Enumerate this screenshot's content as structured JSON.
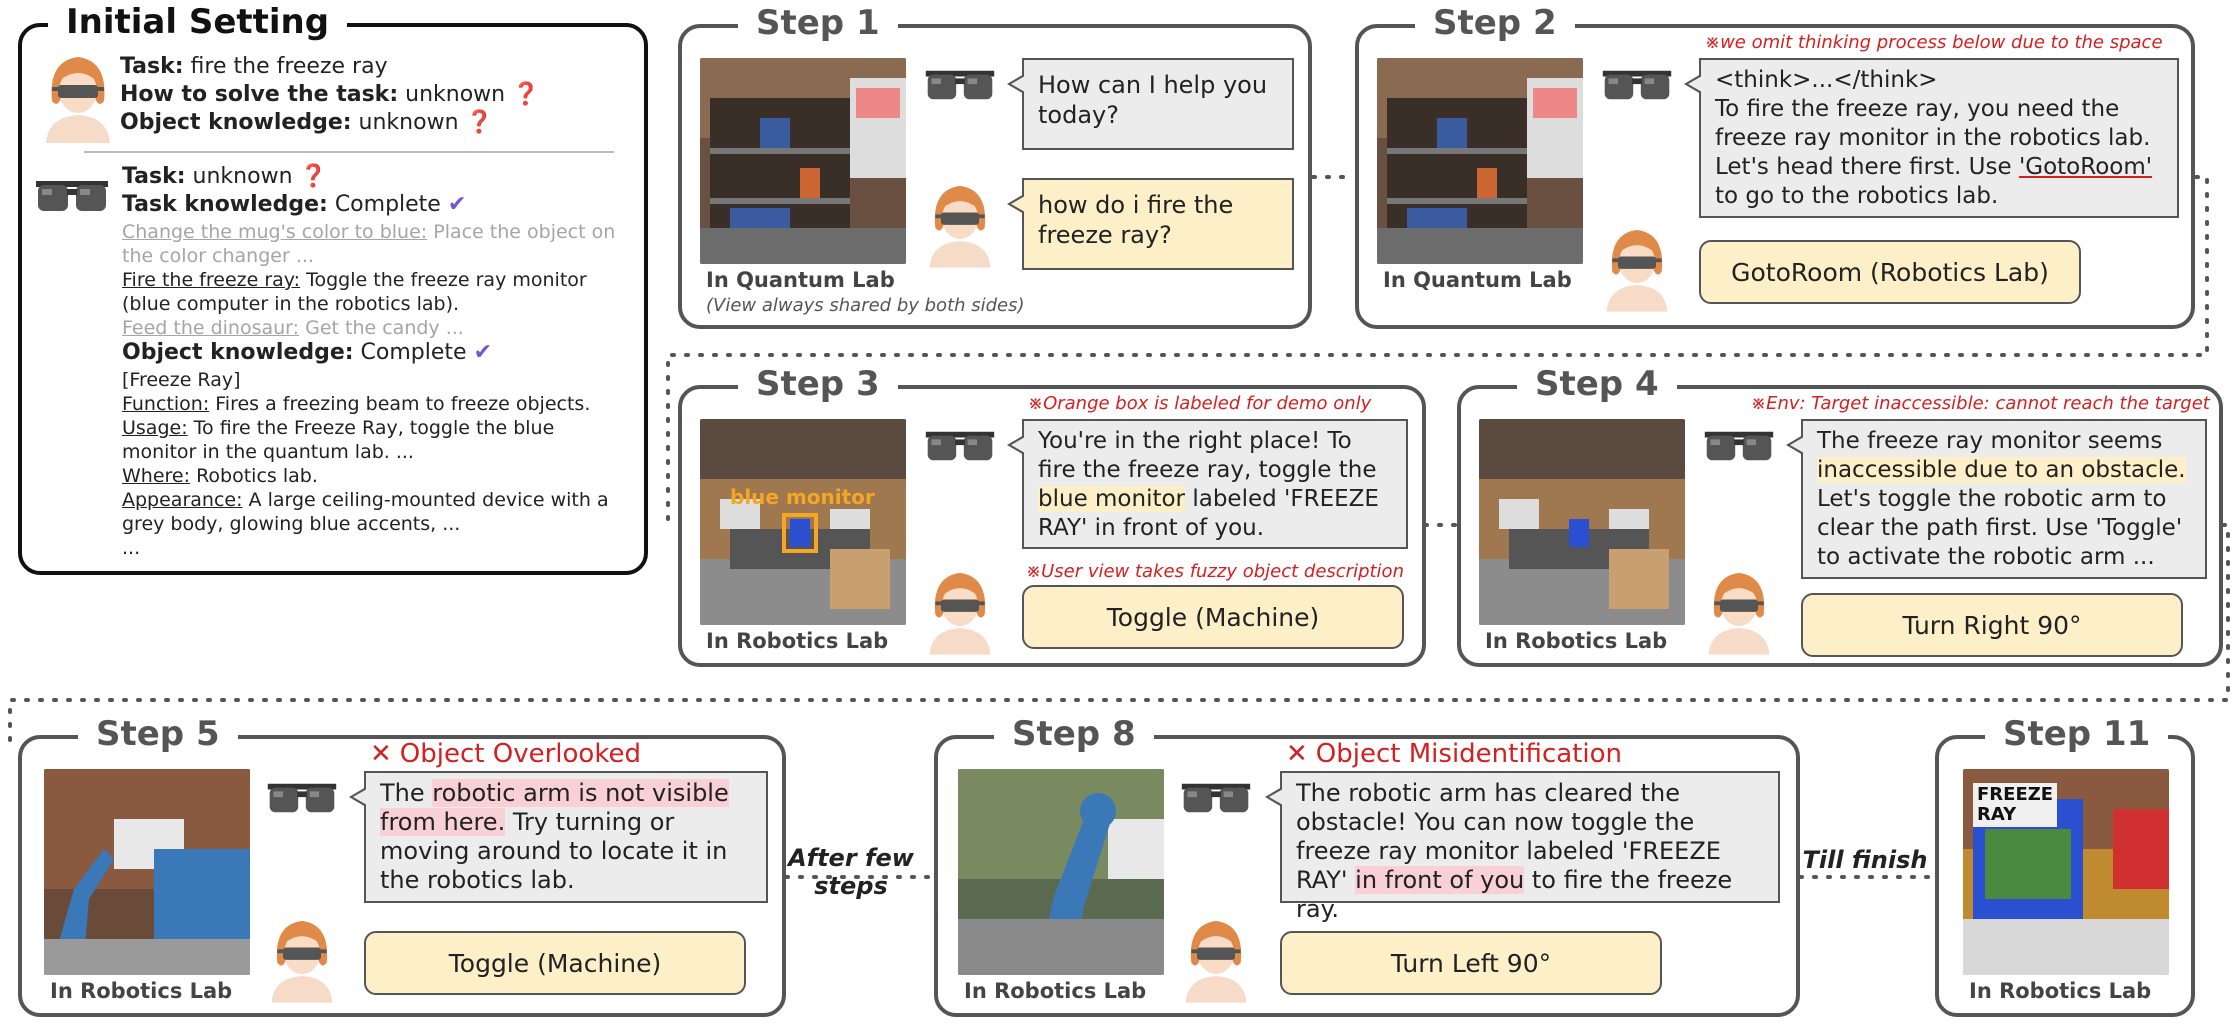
{
  "initial": {
    "title": "Initial Setting",
    "user_task_label": "Task:",
    "user_task_value": "fire the freeze ray",
    "user_how_label": "How to solve the task:",
    "user_how_value": "unknown",
    "user_obj_label": "Object knowledge:",
    "user_obj_value": "unknown",
    "agent_task_label": "Task:",
    "agent_task_value": "unknown",
    "agent_tk_label": "Task knowledge:",
    "agent_tk_value": "Complete",
    "tk1_link": "Change the mug's color to blue:",
    "tk1_text": "Place the object on",
    "tk1_cont": "the color changer ...",
    "tk2_link": "Fire the freeze ray:",
    "tk2_text": "Toggle the freeze ray monitor",
    "tk2_cont": "(blue computer in the robotics lab).",
    "tk3_link": "Feed the dinosaur:",
    "tk3_text": "Get the candy ...",
    "agent_ok_label": "Object knowledge:",
    "agent_ok_value": "Complete",
    "obj_name": "[Freeze Ray]",
    "func_label": "Function:",
    "func_text": "Fires a freezing beam to freeze objects.",
    "usage_label": "Usage:",
    "usage_text": "To fire the Freeze Ray, toggle the blue",
    "usage_cont": "monitor in the quantum lab. ...",
    "where_label": "Where:",
    "where_text": "Robotics lab.",
    "app_label": "Appearance:",
    "app_text": "A large ceiling-mounted device with a",
    "app_cont": "grey body, glowing blue accents, ...",
    "ellipsis": "...",
    "qmark": "❓",
    "check": "✔"
  },
  "step1": {
    "title": "Step 1",
    "agent_text": "How can I help you today?",
    "user_text": "how do i fire the freeze ray?",
    "location": "In Quantum Lab",
    "subnote": "(View always shared by both sides)"
  },
  "step2": {
    "title": "Step 2",
    "note": "※we omit thinking process below due to the space",
    "think": "<think>...</think>",
    "agent_text": "To fire the freeze ray, you need the freeze ray monitor in the robotics lab. Let's head there first. Use",
    "agent_quote": "'GotoRoom'",
    "agent_tail": "to go to the robotics lab.",
    "action": "GotoRoom (Robotics Lab)",
    "location": "In Quantum Lab"
  },
  "step3": {
    "title": "Step 3",
    "note": "※Orange box is labeled for demo only",
    "agent_pre": "You're in the right place! To fire the freeze ray, toggle the",
    "agent_hl": "blue monitor",
    "agent_post": "labeled 'FREEZE RAY' in front of you.",
    "note2": "※User view takes fuzzy object description",
    "action": "Toggle (Machine)",
    "scene_label": "blue monitor",
    "location": "In Robotics Lab"
  },
  "step4": {
    "title": "Step 4",
    "note": "※Env: Target inaccessible: cannot reach the target",
    "agent_pre": "The freeze ray monitor seems",
    "agent_hl": "inaccessible due to an obstacle.",
    "agent_post": "Let's toggle the robotic arm to clear the path first. Use 'Toggle' to activate the robotic arm ...",
    "action": "Turn Right 90°",
    "location": "In Robotics Lab"
  },
  "step5": {
    "title": "Step 5",
    "error": "Object Overlooked",
    "agent_pre": "The",
    "agent_hl": "robotic arm is not visible from here.",
    "agent_post": "Try turning or moving around to locate it in the robotics lab.",
    "action": "Toggle (Machine)",
    "location": "In Robotics Lab"
  },
  "step8": {
    "title": "Step 8",
    "error": "Object Misidentification",
    "agent_pre": "The robotic arm has cleared the obstacle! You can now toggle the freeze ray monitor labeled 'FREEZE RAY'",
    "agent_hl": "in front of you",
    "agent_post": "to fire the freeze ray.",
    "action": "Turn Left 90°",
    "location": "In Robotics Lab"
  },
  "step11": {
    "title": "Step 11",
    "location": "In Robotics Lab",
    "sign1": "FREEZE",
    "sign2": "RAY"
  },
  "connectors": {
    "after_few_steps_1": "After few",
    "after_few_steps_2": "steps",
    "till_finish": "Till finish"
  },
  "error_mark": "✕",
  "colors": {
    "accent_red": "#d42020",
    "user_yellow": "#fdf0c8",
    "agent_gray": "#ececec",
    "highlight_pink": "#f9d0d6",
    "check_purple": "#7355d8"
  }
}
